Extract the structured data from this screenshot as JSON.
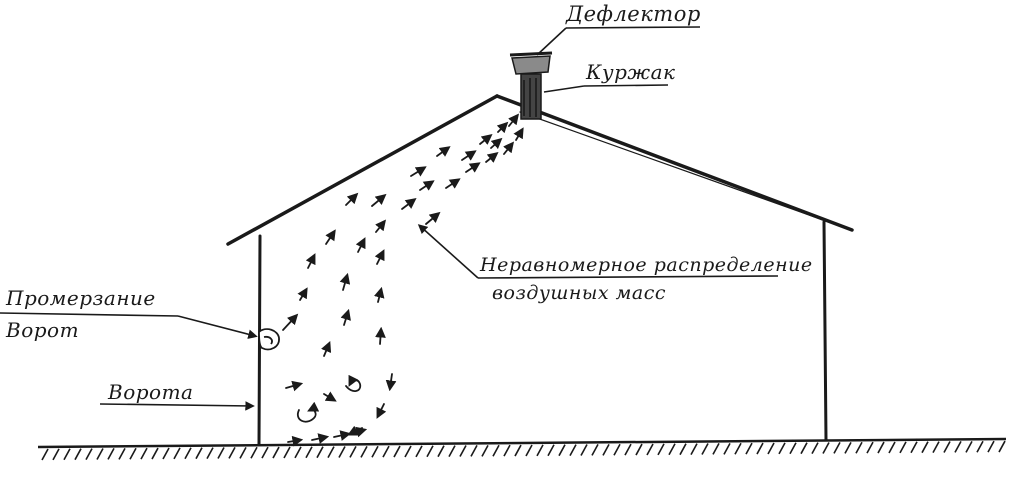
{
  "labels": {
    "deflector": "Дефлектор",
    "kurzhak": "Куржак",
    "uneven_line1": "Неравномерное распределение",
    "uneven_line2": "воздушных масс",
    "freeze_line1": "Промерзание",
    "freeze_line2": "Ворот",
    "gate": "Ворота"
  },
  "colors": {
    "ink": "#1a1a1a",
    "paper": "#ffffff"
  }
}
